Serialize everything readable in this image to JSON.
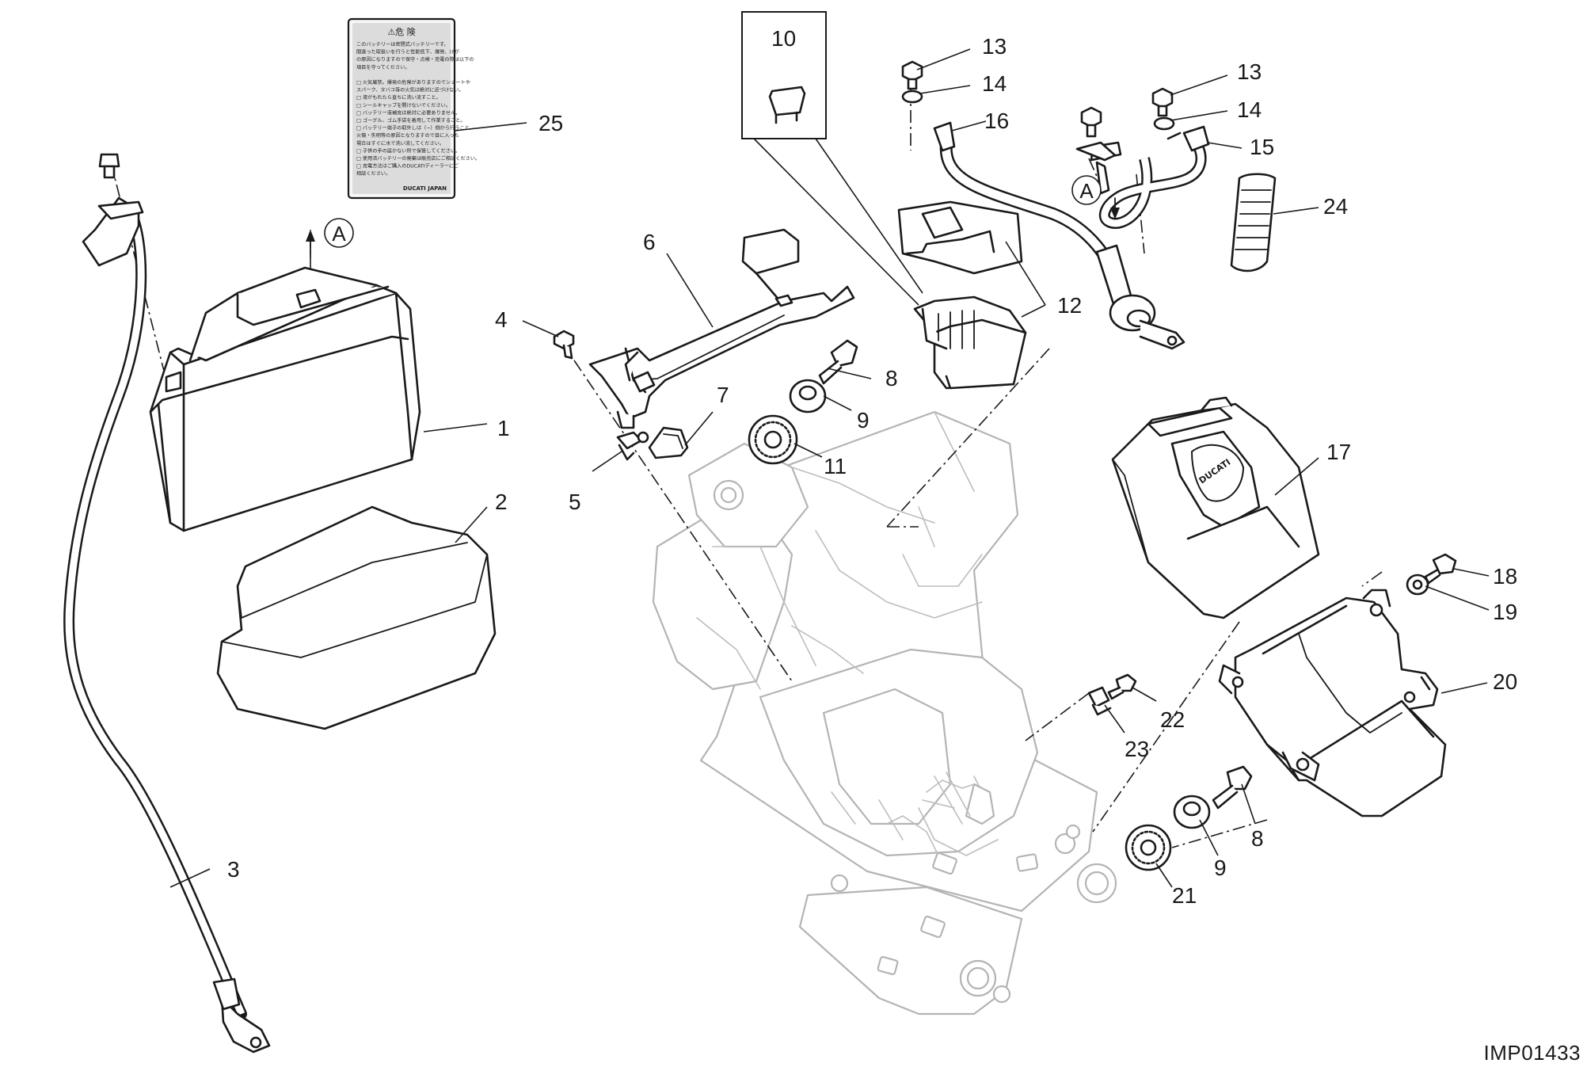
{
  "drawing_code": "IMP01433",
  "callouts": {
    "c1": "1",
    "c2": "2",
    "c3": "3",
    "c4": "4",
    "c5": "5",
    "c6": "6",
    "c7": "7",
    "c8a": "8",
    "c8b": "8",
    "c9a": "9",
    "c9b": "9",
    "c10": "10",
    "c11": "11",
    "c12": "12",
    "c13a": "13",
    "c13b": "13",
    "c14a": "14",
    "c14b": "14",
    "c15": "15",
    "c16": "16",
    "c17": "17",
    "c18": "18",
    "c19": "19",
    "c20": "20",
    "c21": "21",
    "c22": "22",
    "c23": "23",
    "c24": "24",
    "c25": "25"
  },
  "reference_marks": {
    "ref_a_left": "A",
    "ref_a_right": "A"
  },
  "warning_label": {
    "title": "⚠危 険",
    "lines": [
      "このバッテリーは密閉式バッテリーです。",
      "間違った取扱いを行うと性能低下、爆発、けが",
      "の原因になりますので保守・点検・充電の際は以下の",
      "項目を守ってください。",
      "",
      "□ 火気厳禁。爆発の危険がありますのでショートや",
      "   スパーク、タバコ等の火気は絶対に近づけない。",
      "□ 液がもれたら直ちに洗い流すこと。",
      "□ シールキャップを開けないでください。",
      "□ バッテリー液補充は絶対に必要ありません。",
      "□ ゴーグル、ゴム手袋を着用して作業すること。",
      "□ バッテリー端子の取外しは（−）側から行うこと。",
      "   火傷・失明等の原因となりますので目に入った",
      "   場合はすぐに水で洗い流してください。",
      "□ 子供の手の届かない所で保管してください。",
      "□ 使用済バッテリーの廃棄は販売店にご相談ください。",
      "□ 充電方法はご購入のDUCATIディーラーにご",
      "   相談ください。"
    ],
    "brand": "DUCATI JAPAN"
  },
  "emblem_text": "DUCATI"
}
